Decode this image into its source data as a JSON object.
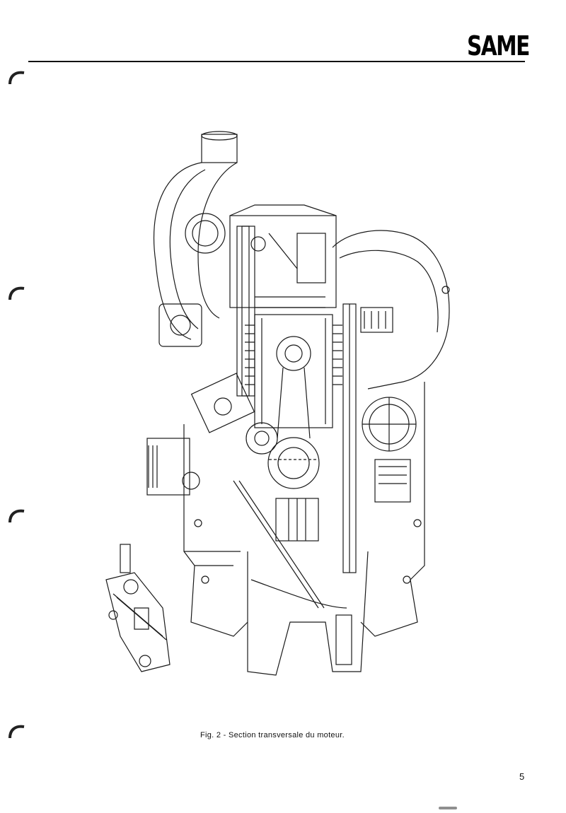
{
  "header": {
    "brand": "SAME"
  },
  "figure": {
    "caption": "Fig. 2 - Section transversale du moteur."
  },
  "footer": {
    "page_number": "5"
  },
  "colors": {
    "ink": "#111111",
    "paper": "#ffffff"
  }
}
